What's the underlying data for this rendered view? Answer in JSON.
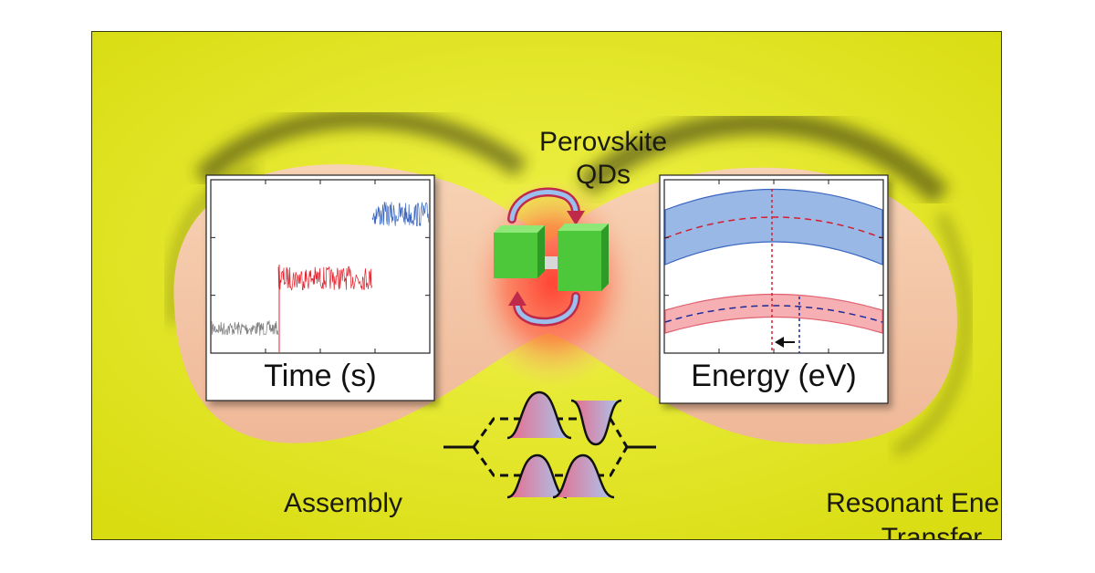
{
  "title_line1": "Perovskite",
  "title_line2": "QDs",
  "left_label": "Assembly",
  "right_label_line1": "Resonant Energy",
  "right_label_line2": "Transfer",
  "left_panel": {
    "xlabel": "Time (s)"
  },
  "right_panel": {
    "xlabel": "Energy (eV)"
  },
  "colors": {
    "background": "#e8ea1e",
    "blob": "#f4c8a8",
    "glow": "#ff4a3a",
    "cube": "#4cc83a",
    "trace_gray": "#7a7a7a",
    "trace_red": "#e0202a",
    "trace_blue": "#3a66c0",
    "band_blue": "#9ab8e6",
    "band_red": "#f6b0b4"
  }
}
